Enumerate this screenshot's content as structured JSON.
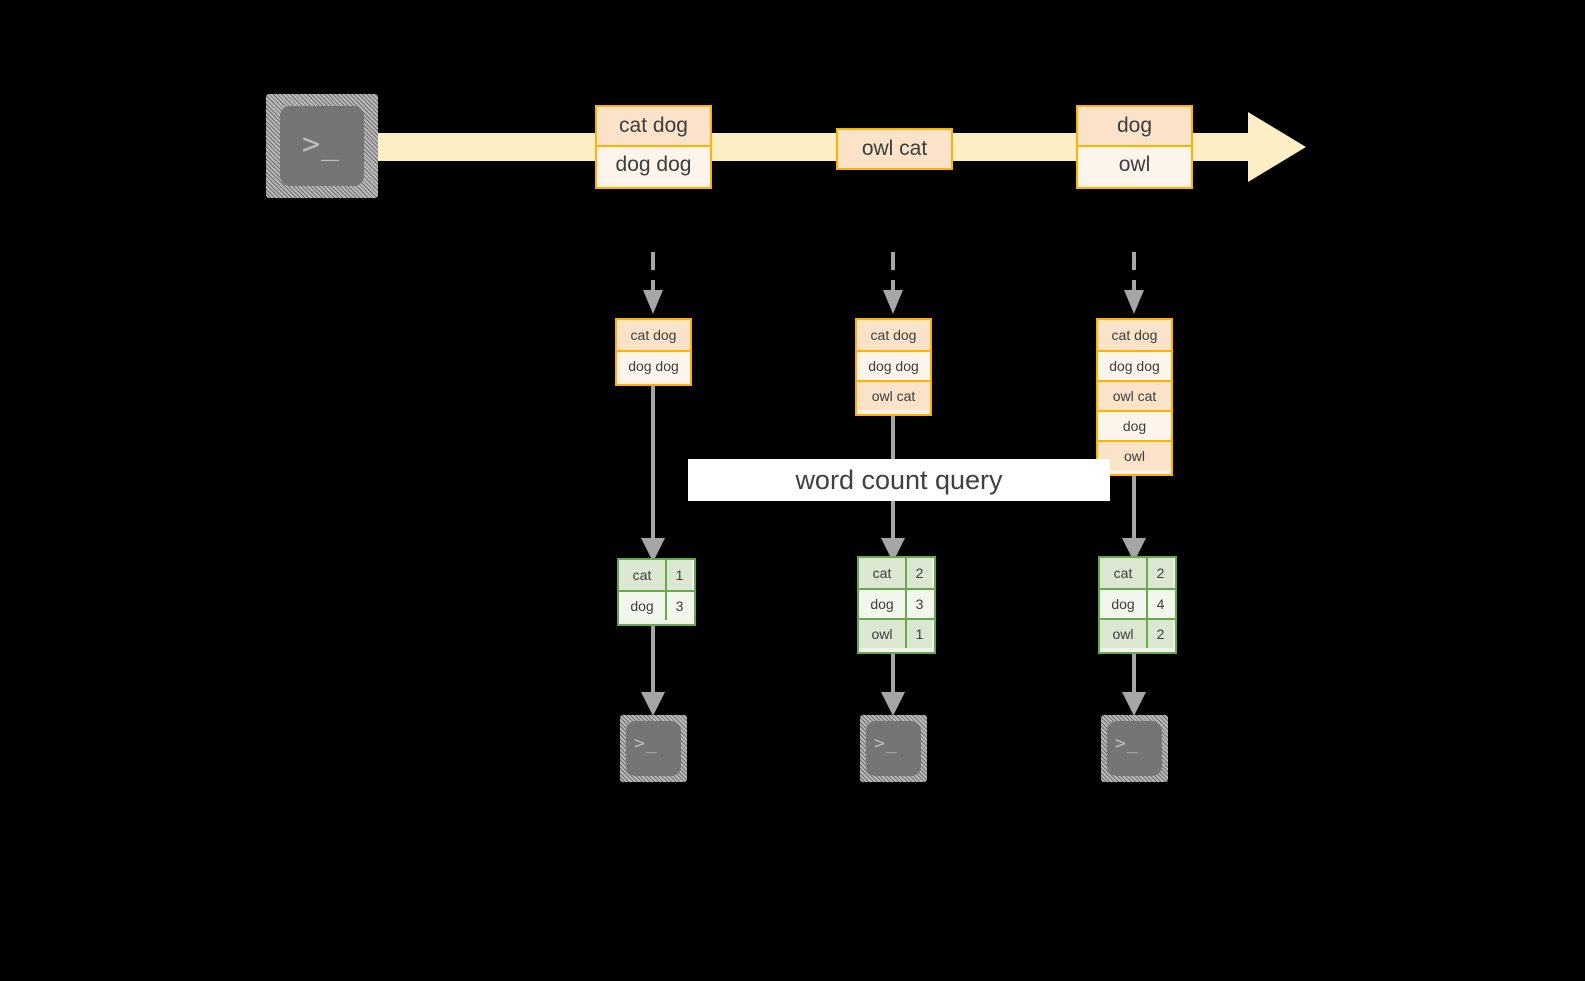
{
  "diagram": {
    "title_banner": "word count query",
    "colors": {
      "background": "#000000",
      "stream_fill": "#fdeec6",
      "record_border": "#ffb300",
      "record_shade_dark": "#fbe3c9",
      "record_shade_light": "#fdf4ec",
      "table_border": "#6aa84f",
      "table_shade_dark": "#dbe7d0",
      "table_shade_light": "#f2f7ee",
      "arrow_gray": "#a6a6a6",
      "terminal_body": "#757575",
      "banner_background": "#ffffff"
    },
    "icons": {
      "source_terminal": "terminal-icon",
      "sink_terminal": "terminal-icon",
      "terminal_glyph": ">_",
      "stream_arrow": "right-arrow-icon",
      "snapshot_arrow": "dashed-down-arrow-icon",
      "query_arrow": "down-arrow-icon",
      "output_arrow": "down-arrow-icon"
    },
    "stream": {
      "groups": [
        {
          "name": "stream-records-1",
          "records": [
            {
              "text": "cat dog",
              "shade": "shade-a"
            },
            {
              "text": "dog dog",
              "shade": "shade-b"
            }
          ]
        },
        {
          "name": "stream-records-2",
          "records": [
            {
              "text": "owl cat",
              "shade": "shade-a"
            }
          ]
        },
        {
          "name": "stream-records-3",
          "records": [
            {
              "text": "dog",
              "shade": "shade-a"
            },
            {
              "text": "owl",
              "shade": "shade-b"
            }
          ]
        }
      ]
    },
    "snapshots": [
      {
        "name": "snapshot-1",
        "records": [
          {
            "text": "cat dog",
            "shade": "shade-a"
          },
          {
            "text": "dog dog",
            "shade": "shade-b"
          }
        ]
      },
      {
        "name": "snapshot-2",
        "records": [
          {
            "text": "cat dog",
            "shade": "shade-a"
          },
          {
            "text": "dog dog",
            "shade": "shade-b"
          },
          {
            "text": "owl cat",
            "shade": "shade-a"
          }
        ]
      },
      {
        "name": "snapshot-3",
        "records": [
          {
            "text": "cat dog",
            "shade": "shade-a"
          },
          {
            "text": "dog dog",
            "shade": "shade-b"
          },
          {
            "text": "owl cat",
            "shade": "shade-a"
          },
          {
            "text": "dog",
            "shade": "shade-b"
          },
          {
            "text": "owl",
            "shade": "shade-a"
          }
        ]
      }
    ],
    "results": [
      {
        "name": "result-table-1",
        "rows": [
          {
            "word": "cat",
            "count": "1",
            "shade": "shade-a"
          },
          {
            "word": "dog",
            "count": "3",
            "shade": "shade-b"
          }
        ]
      },
      {
        "name": "result-table-2",
        "rows": [
          {
            "word": "cat",
            "count": "2",
            "shade": "shade-a"
          },
          {
            "word": "dog",
            "count": "3",
            "shade": "shade-b"
          },
          {
            "word": "owl",
            "count": "1",
            "shade": "shade-a"
          }
        ]
      },
      {
        "name": "result-table-3",
        "rows": [
          {
            "word": "cat",
            "count": "2",
            "shade": "shade-a"
          },
          {
            "word": "dog",
            "count": "4",
            "shade": "shade-b"
          },
          {
            "word": "owl",
            "count": "2",
            "shade": "shade-a"
          }
        ]
      }
    ]
  }
}
